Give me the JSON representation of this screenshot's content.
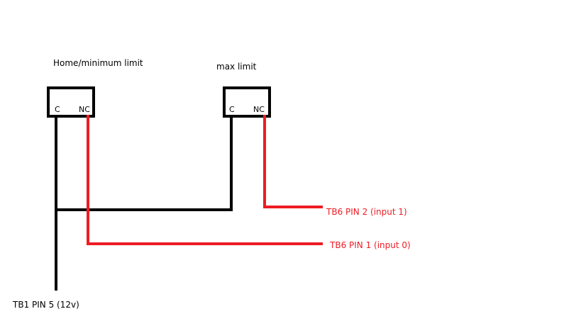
{
  "colors": {
    "black": "#000000",
    "red": "#ed1c24",
    "background": "#ffffff"
  },
  "switches": [
    {
      "label": "Home/minimum limit",
      "pin_c": "C",
      "pin_nc": "NC"
    },
    {
      "label": "max limit",
      "pin_c": "C",
      "pin_nc": "NC"
    }
  ],
  "connections": {
    "tb6_pin2": "TB6 PIN 2 (input 1)",
    "tb6_pin1": "TB6 PIN 1 (input 0)",
    "tb1_pin5": "TB1 PIN 5 (12v)"
  }
}
